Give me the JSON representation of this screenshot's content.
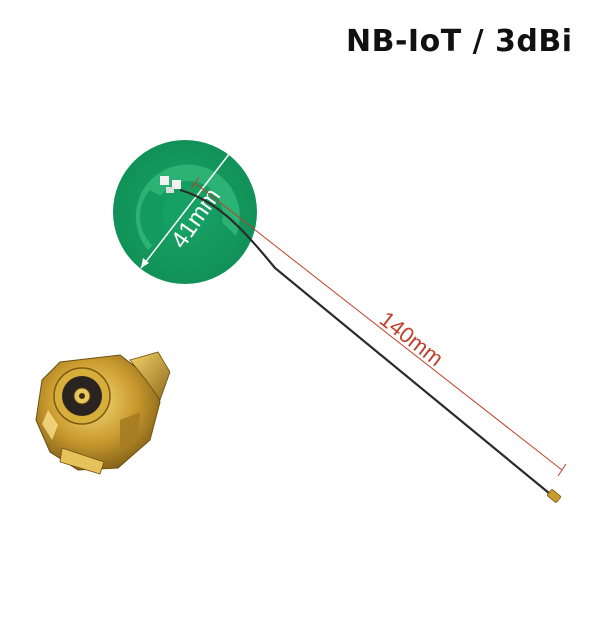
{
  "title": "NB-IoT / 3dBi",
  "dimensions": {
    "diameter": "41mm",
    "cable_length": "140mm"
  },
  "colors": {
    "pcb_green": "#139a5e",
    "pcb_light": "#2fb578",
    "cable": "#2b2b2b",
    "dimension_line": "#c0412a",
    "connector_gold": "#c99a2e",
    "dimension_text_light": "#ffffff"
  }
}
